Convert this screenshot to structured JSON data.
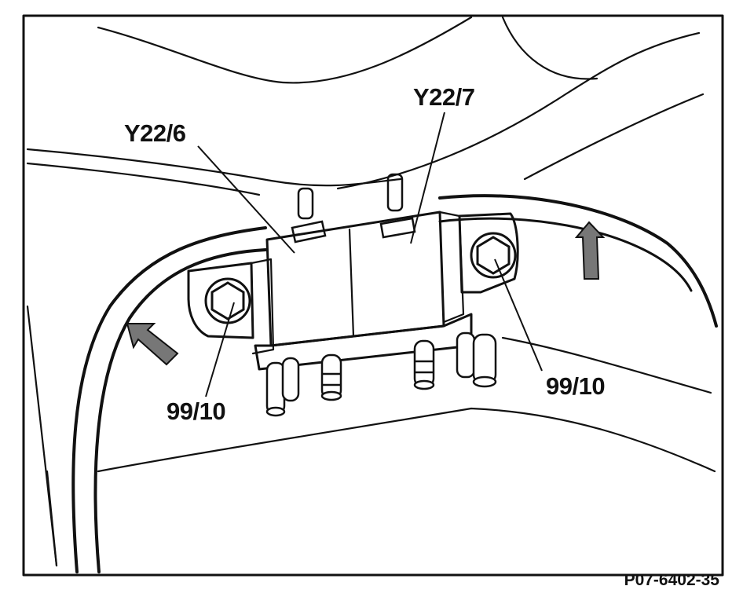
{
  "figure": {
    "callouts": {
      "valve_y22_6": "Y22/6",
      "valve_y22_7": "Y22/7",
      "nut_left": "99/10",
      "nut_right": "99/10"
    },
    "figure_code": "P07-6402-35",
    "colors": {
      "line": "#111111",
      "arrow_fill": "#777777",
      "background": "#ffffff"
    },
    "icons": {
      "direction_arrow": "arrow-up-icon",
      "nut": "hex-nut-icon"
    }
  }
}
